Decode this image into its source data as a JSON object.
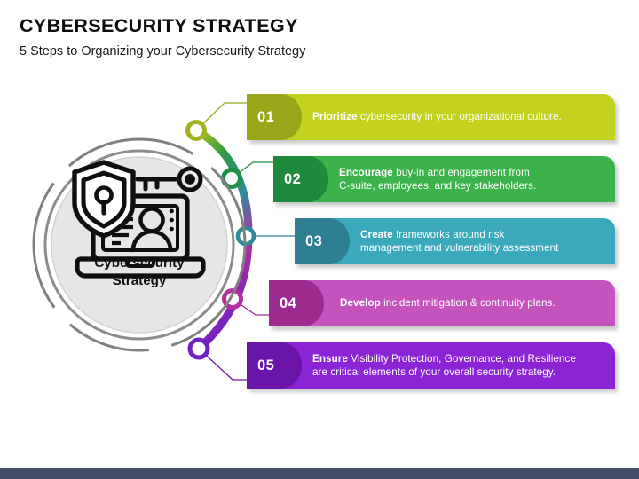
{
  "header": {
    "title": "CYBERSECURITY STRATEGY",
    "subtitle": "5 Steps to Organizing your Cybersecurity Strategy"
  },
  "center": {
    "label_line1": "Cybersecurity",
    "label_line2": "Strategy",
    "icon_name": "laptop-shield-key-icon",
    "disc_color": "#e6e6e6",
    "ring_color": "#7f7f7f"
  },
  "steps": [
    {
      "number": "01",
      "lead": "Prioritize",
      "rest": " cybersecurity in your organizational culture.",
      "line2": "",
      "bar_color": "#c3d21e",
      "badge_color": "#9aa619",
      "node_color": "#a3b222"
    },
    {
      "number": "02",
      "lead": "Encourage",
      "rest": " buy-in and engagement from",
      "line2": "C-suite, employees, and key stakeholders.",
      "bar_color": "#3cb34a",
      "badge_color": "#1e8a3c",
      "node_color": "#1f9146"
    },
    {
      "number": "03",
      "lead": "Create",
      "rest": " frameworks around risk",
      "line2": "management and vulnerability assessment",
      "bar_color": "#3ba9bc",
      "badge_color": "#2e7f92",
      "node_color": "#2f8a9c"
    },
    {
      "number": "04",
      "lead": "Develop",
      "rest": " incident mitigation & continuity plans.",
      "line2": "",
      "bar_color": "#c martin",
      "badge_color": "#9c2a8f",
      "node_color": "#b5309f"
    },
    {
      "number": "05",
      "lead": "Ensure",
      "rest": " Visibility Protection, Governance, and Resilience",
      "line2": "are critical elements of your overall security strategy.",
      "bar_color": "#8b24d4",
      "badge_color": "#6a14a8",
      "node_color": "#6f21c4"
    }
  ],
  "step_bar_colors": {
    "s1": "#c3d21e",
    "s2": "#3cb34a",
    "s3": "#3ba9bc",
    "s4": "#c453be",
    "s5": "#8b24d4"
  },
  "step_badge_colors": {
    "s1": "#9aa619",
    "s2": "#1e8a3c",
    "s3": "#2e7f92",
    "s4": "#9c2a8f",
    "s5": "#6a14a8"
  },
  "arc": {
    "node_1_color": "#a3b222",
    "node_2_color": "#1f9146",
    "node_3_color": "#2f8a9c",
    "node_4_color": "#b5309f",
    "node_5_color": "#6f21c4"
  },
  "footer": {
    "bar_color": "#445069"
  }
}
